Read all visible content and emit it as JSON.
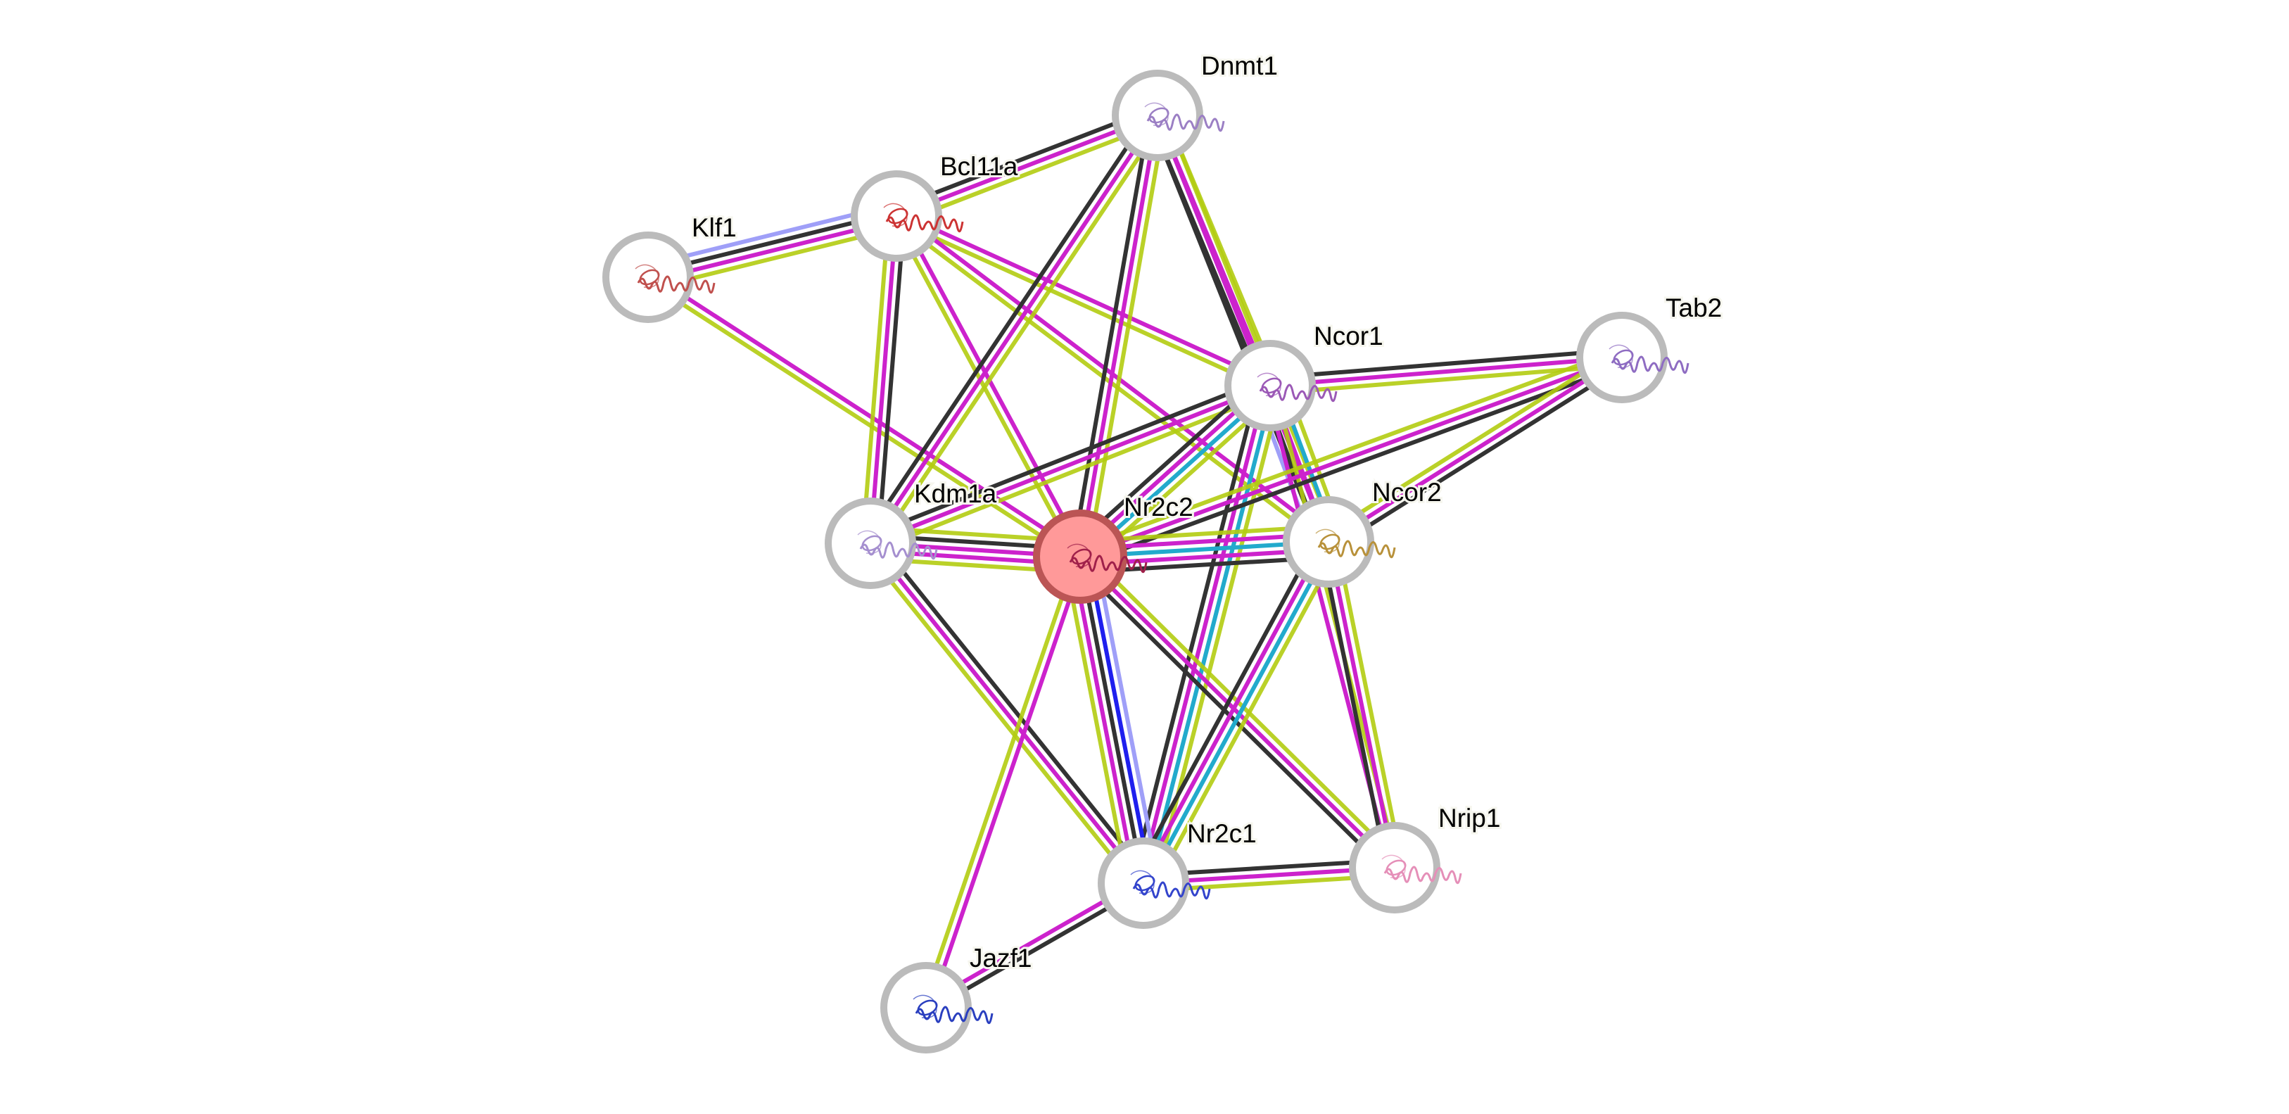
{
  "network": {
    "query_node": "Nr2c2",
    "evidence_colors": {
      "coexpression": "#333333",
      "experiments": "#cc22cc",
      "textmining": "#b2cc11",
      "databases": "#22aacc",
      "cooccurrence": "#1f1fee",
      "gene_fusion": "#9f9ff8"
    },
    "nodes": [
      {
        "id": "Dnmt1",
        "label": "Dnmt1",
        "structure_color": "#9b7fc4"
      },
      {
        "id": "Bcl11a",
        "label": "Bcl11a",
        "structure_color": "#cc3333"
      },
      {
        "id": "Klf1",
        "label": "Klf1",
        "structure_color": "#c0504d"
      },
      {
        "id": "Ncor1",
        "label": "Ncor1",
        "structure_color": "#9b59b6"
      },
      {
        "id": "Tab2",
        "label": "Tab2",
        "structure_color": "#8e6cc2"
      },
      {
        "id": "Kdm1a",
        "label": "Kdm1a",
        "structure_color": "#a58fcf"
      },
      {
        "id": "Nr2c2",
        "label": "Nr2c2",
        "structure_color": "#a0204a"
      },
      {
        "id": "Ncor2",
        "label": "Ncor2",
        "structure_color": "#b8913a"
      },
      {
        "id": "Nr2c1",
        "label": "Nr2c1",
        "structure_color": "#3344cc"
      },
      {
        "id": "Nrip1",
        "label": "Nrip1",
        "structure_color": "#e58fb8"
      },
      {
        "id": "Jazf1",
        "label": "Jazf1",
        "structure_color": "#2a3fbf"
      }
    ],
    "edges": [
      {
        "source": "Klf1",
        "target": "Bcl11a",
        "evidence": [
          "gene_fusion",
          "coexpression",
          "experiments",
          "textmining"
        ]
      },
      {
        "source": "Klf1",
        "target": "Nr2c2",
        "evidence": [
          "experiments",
          "textmining"
        ]
      },
      {
        "source": "Bcl11a",
        "target": "Dnmt1",
        "evidence": [
          "coexpression",
          "experiments",
          "textmining"
        ]
      },
      {
        "source": "Bcl11a",
        "target": "Kdm1a",
        "evidence": [
          "coexpression",
          "experiments",
          "textmining"
        ]
      },
      {
        "source": "Bcl11a",
        "target": "Nr2c2",
        "evidence": [
          "experiments",
          "textmining"
        ]
      },
      {
        "source": "Bcl11a",
        "target": "Ncor1",
        "evidence": [
          "experiments",
          "textmining"
        ]
      },
      {
        "source": "Bcl11a",
        "target": "Ncor2",
        "evidence": [
          "experiments",
          "textmining"
        ]
      },
      {
        "source": "Dnmt1",
        "target": "Kdm1a",
        "evidence": [
          "textmining",
          "experiments",
          "coexpression"
        ]
      },
      {
        "source": "Dnmt1",
        "target": "Nr2c2",
        "evidence": [
          "textmining",
          "experiments",
          "coexpression"
        ]
      },
      {
        "source": "Dnmt1",
        "target": "Ncor1",
        "evidence": [
          "textmining",
          "experiments",
          "coexpression"
        ]
      },
      {
        "source": "Dnmt1",
        "target": "Ncor2",
        "evidence": [
          "textmining",
          "experiments",
          "coexpression"
        ]
      },
      {
        "source": "Ncor1",
        "target": "Tab2",
        "evidence": [
          "coexpression",
          "experiments",
          "textmining"
        ]
      },
      {
        "source": "Ncor1",
        "target": "Kdm1a",
        "evidence": [
          "textmining",
          "experiments",
          "coexpression"
        ]
      },
      {
        "source": "Ncor1",
        "target": "Nr2c2",
        "evidence": [
          "textmining",
          "databases",
          "experiments",
          "coexpression"
        ]
      },
      {
        "source": "Ncor1",
        "target": "Ncor2",
        "evidence": [
          "textmining",
          "databases",
          "experiments",
          "coexpression",
          "gene_fusion"
        ]
      },
      {
        "source": "Ncor1",
        "target": "Nr2c1",
        "evidence": [
          "textmining",
          "databases",
          "experiments",
          "coexpression"
        ]
      },
      {
        "source": "Ncor1",
        "target": "Nrip1",
        "evidence": [
          "textmining",
          "experiments"
        ]
      },
      {
        "source": "Tab2",
        "target": "Nr2c2",
        "evidence": [
          "coexpression",
          "experiments",
          "textmining"
        ]
      },
      {
        "source": "Tab2",
        "target": "Ncor2",
        "evidence": [
          "coexpression",
          "experiments",
          "textmining"
        ]
      },
      {
        "source": "Kdm1a",
        "target": "Nr2c2",
        "evidence": [
          "textmining",
          "coexpression",
          "experiments",
          "experiments",
          "textmining"
        ]
      },
      {
        "source": "Kdm1a",
        "target": "Nr2c1",
        "evidence": [
          "coexpression",
          "experiments",
          "textmining"
        ]
      },
      {
        "source": "Nr2c2",
        "target": "Ncor2",
        "evidence": [
          "textmining",
          "experiments",
          "databases",
          "experiments",
          "coexpression"
        ]
      },
      {
        "source": "Nr2c2",
        "target": "Nr2c1",
        "evidence": [
          "gene_fusion",
          "cooccurrence",
          "coexpression",
          "experiments",
          "textmining"
        ]
      },
      {
        "source": "Nr2c2",
        "target": "Nrip1",
        "evidence": [
          "textmining",
          "experiments",
          "coexpression"
        ]
      },
      {
        "source": "Nr2c2",
        "target": "Jazf1",
        "evidence": [
          "experiments",
          "textmining"
        ]
      },
      {
        "source": "Ncor2",
        "target": "Nr2c1",
        "evidence": [
          "textmining",
          "databases",
          "experiments",
          "coexpression"
        ]
      },
      {
        "source": "Ncor2",
        "target": "Nrip1",
        "evidence": [
          "textmining",
          "experiments",
          "coexpression"
        ]
      },
      {
        "source": "Nr2c1",
        "target": "Nrip1",
        "evidence": [
          "coexpression",
          "experiments",
          "textmining"
        ]
      },
      {
        "source": "Nr2c1",
        "target": "Jazf1",
        "evidence": [
          "coexpression",
          "experiments"
        ]
      }
    ]
  }
}
